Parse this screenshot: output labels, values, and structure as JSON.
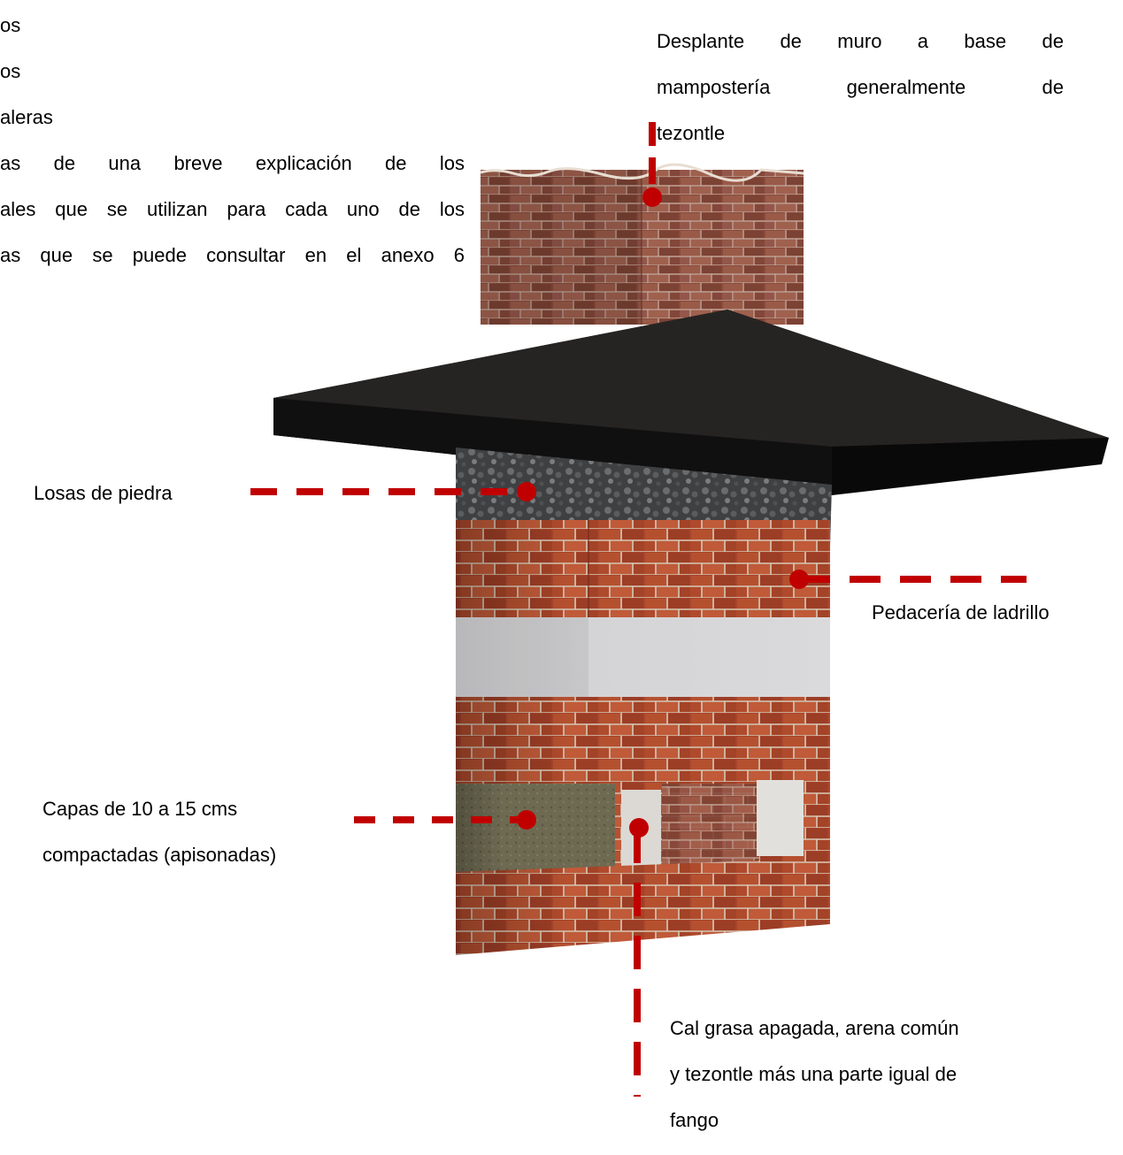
{
  "intro": {
    "line1": "os",
    "line2": "os",
    "line3": "aleras",
    "line4": "as de una breve explicación de los",
    "line5": "ales que se utilizan para cada uno de los",
    "line6": "as que se puede consultar en el anexo 6"
  },
  "labels": {
    "top": {
      "line1": "Desplante de muro a base de",
      "line2": "mampostería generalmente de",
      "line3": "tezontle"
    },
    "losas": "Losas de piedra",
    "pedaceria": "Pedacería de ladrillo",
    "capas": {
      "line1": "Capas de 10 a 15 cms",
      "line2": "compactadas (apisonadas)"
    },
    "cal": {
      "line1": "Cal grasa apagada, arena común",
      "line2": "y tezontle más una parte igual de",
      "line3": "fango"
    }
  },
  "colors": {
    "leader": "#c00000",
    "slab": "#1c1a19",
    "brick": "#a8442a",
    "old_brick": "#8a4a3a",
    "gravel": "#4a4c4e",
    "lime_layer": "#d2d2d4",
    "compacted_layer": "#6e6a52"
  }
}
